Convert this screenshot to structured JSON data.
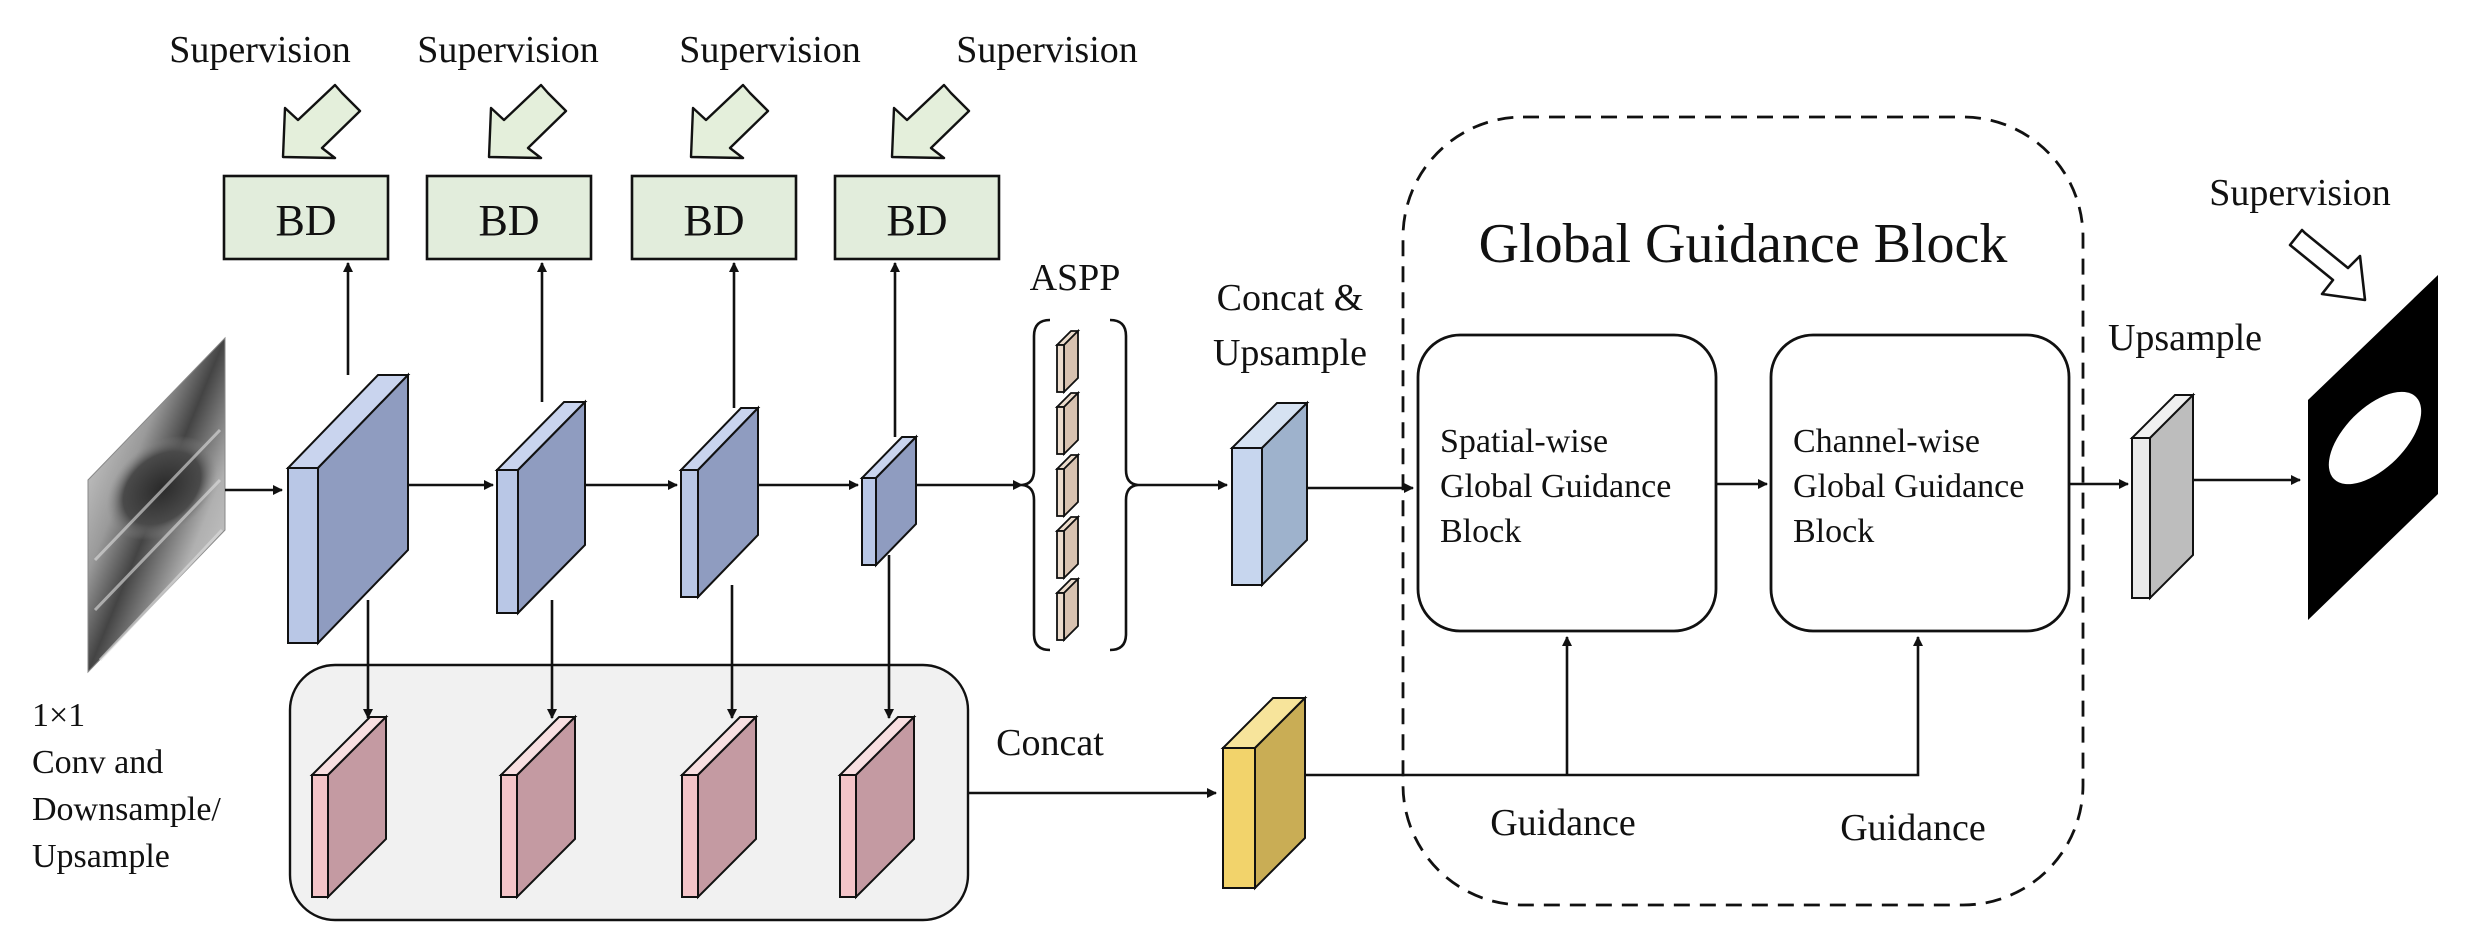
{
  "supervision_labels": [
    "Supervision",
    "Supervision",
    "Supervision",
    "Supervision"
  ],
  "bd_labels": [
    "BD",
    "BD",
    "BD",
    "BD"
  ],
  "aspp_label": "ASPP",
  "concat_upsample_label": [
    "Concat &",
    "Upsample"
  ],
  "global_block": {
    "title": "Global Guidance Block",
    "spatial": [
      "Spatial-wise",
      "Global Guidance",
      "Block"
    ],
    "channel": [
      "Channel-wise",
      "Global Guidance",
      "Block"
    ],
    "guidance_labels": [
      "Guidance",
      "Guidance"
    ]
  },
  "upsample_label": "Upsample",
  "output_supervision_label": "Supervision",
  "concat_label": "Concat",
  "conv_note": [
    "1×1",
    "Conv and",
    "Downsample/",
    "Upsample"
  ],
  "colors": {
    "encoder_face": "#8f9cc0",
    "encoder_side": "#b9c7e6",
    "aspp": "#d8c2b0",
    "fused": "#9eb2cc",
    "branch": "#c49aa2",
    "branch_side": "#f3c4c8",
    "guidance_block": "#f2d36b",
    "guidance_side": "#c9ad55",
    "upsample_block": "#bdbdbd",
    "bd_fill": "#e2eddc",
    "concat_region": "#f1f1f1",
    "supervision_arrow": "#e4efdb"
  }
}
